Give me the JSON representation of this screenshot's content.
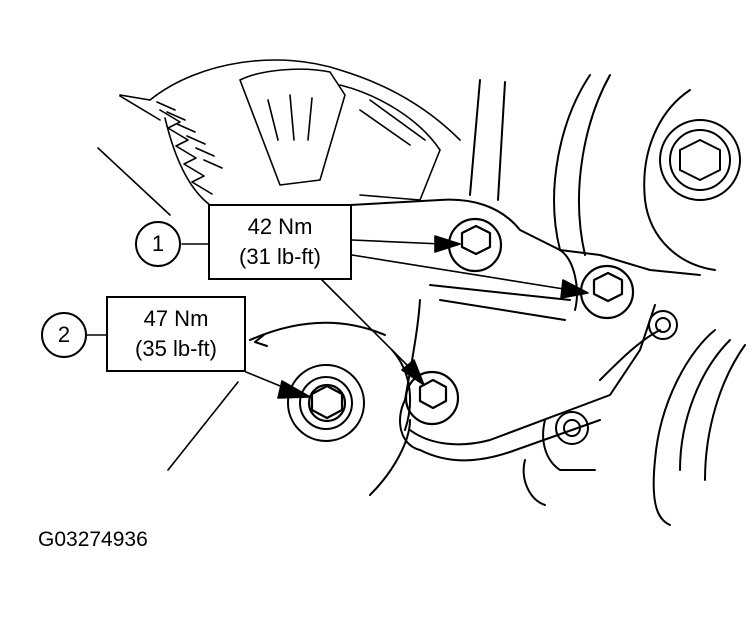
{
  "figure_id": "G03274936",
  "callouts": [
    {
      "number": "1",
      "torque_metric": "42 Nm",
      "torque_imperial": "(31 lb-ft)"
    },
    {
      "number": "2",
      "torque_metric": "47 Nm",
      "torque_imperial": "(35 lb-ft)"
    }
  ],
  "colors": {
    "line": "#000000",
    "background": "#ffffff"
  },
  "icons": {
    "bolt": "hex-bolt-icon",
    "arrow": "pointer-arrow-icon"
  }
}
